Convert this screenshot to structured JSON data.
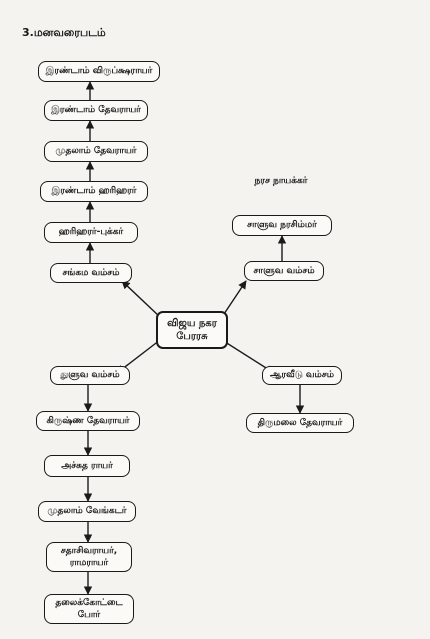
{
  "heading": "3.மனவரைபடம்",
  "center": {
    "label": "விஜய நகர\nபேரரசு"
  },
  "sangama_chain": [
    "சங்கம வம்சம்",
    "ஹரிஹரர்-புக்கர்",
    "இரண்டாம் ஹரிஹரர்",
    "முதலாம் தேவராயர்",
    "இரண்டாம் தேவராயர்",
    "இரண்டாம் விருப்க்ஷராயர்"
  ],
  "saluva_chain": [
    "சாளுவ வம்சம்",
    "சாளுவ நரசிம்மர்",
    "நரச நாயக்கர்"
  ],
  "tuluva_chain": [
    "துளுவ வம்சம்",
    "கிருஷ்ண தேவராயர்",
    "அச்சுத ராயர்",
    "முதலாம் வேங்கடர்",
    "சதாசிவராயர்,\nராமராயர்",
    "தலைக்கோட்டை\nபோர்"
  ],
  "aravidu_chain": [
    "ஆரவீடு வம்சம்",
    "திருமலை தேவராயர்"
  ]
}
